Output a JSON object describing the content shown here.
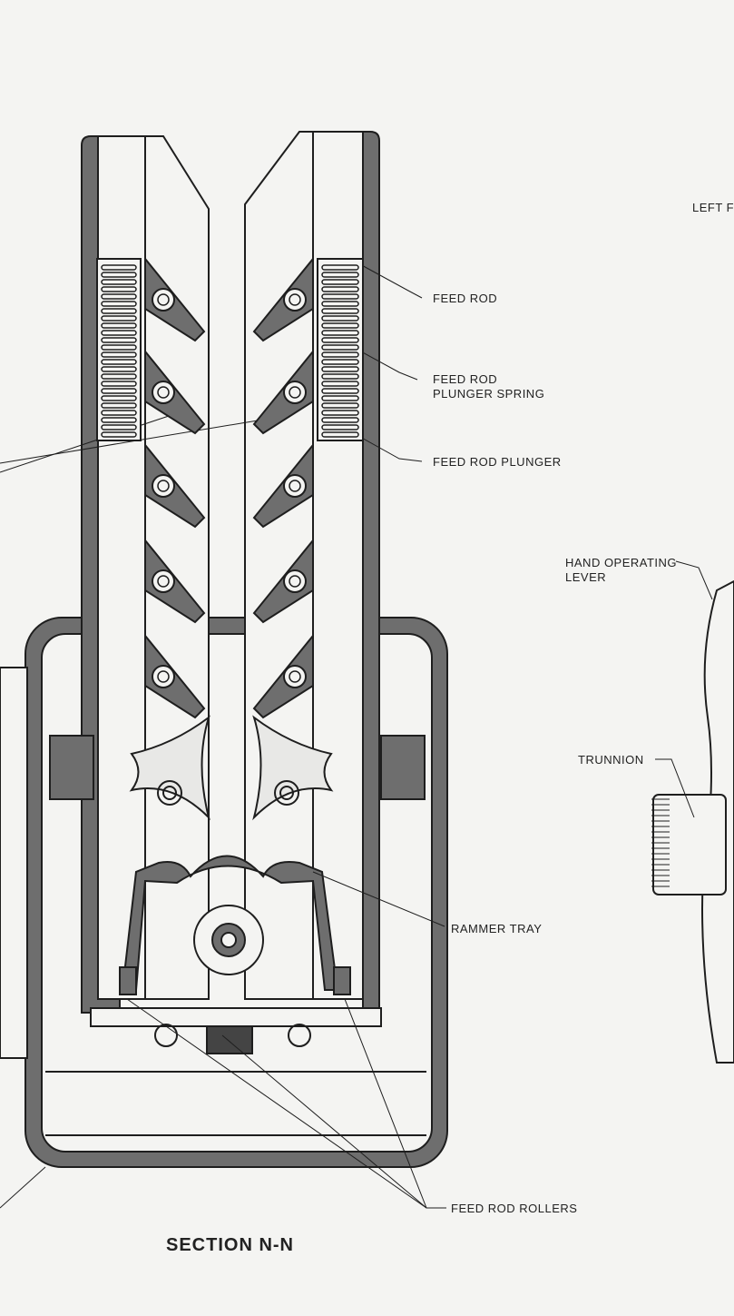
{
  "labels": {
    "feed_rod": "FEED ROD",
    "feed_rod_plunger_spring_1": "FEED ROD",
    "feed_rod_plunger_spring_2": "PLUNGER SPRING",
    "feed_rod_plunger": "FEED ROD PLUNGER",
    "hand_operating_lever_1": "HAND OPERATING",
    "hand_operating_lever_2": "LEVER",
    "trunnion": "TRUNNION",
    "rammer_tray": "RAMMER TRAY",
    "feed_rod_rollers": "FEED ROD ROLLERS",
    "left_partial": "LEFT F"
  },
  "caption": "SECTION N-N",
  "colors": {
    "ink": "#1e1e1e",
    "shade": "#6e6e6e",
    "paper": "#f4f4f2"
  }
}
